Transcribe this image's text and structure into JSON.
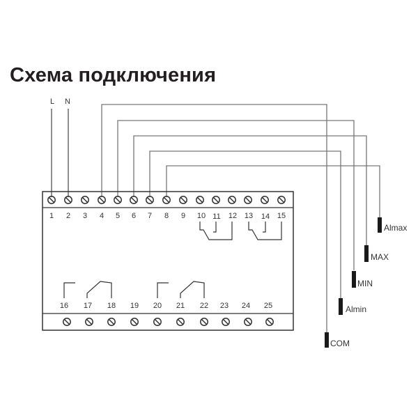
{
  "title": "Схема подключения",
  "supply": {
    "L": "L",
    "N": "N"
  },
  "top_terminals": [
    "1",
    "2",
    "3",
    "4",
    "5",
    "6",
    "7",
    "8",
    "9",
    "10",
    "11",
    "12",
    "13",
    "14",
    "15"
  ],
  "bottom_terminals": [
    "16",
    "17",
    "18",
    "19",
    "20",
    "21",
    "22",
    "23",
    "24",
    "25"
  ],
  "probes": [
    {
      "label": "COM",
      "terminal": "4"
    },
    {
      "label": "MIN",
      "terminal": "5"
    },
    {
      "label": "MAX",
      "terminal": "6"
    },
    {
      "label": "Almin",
      "terminal": "7"
    },
    {
      "label": "Almax",
      "terminal": "8"
    }
  ],
  "colors": {
    "line": "#555555",
    "frame": "#333333",
    "probe": "#1a1a1a",
    "text": "#231f20"
  }
}
